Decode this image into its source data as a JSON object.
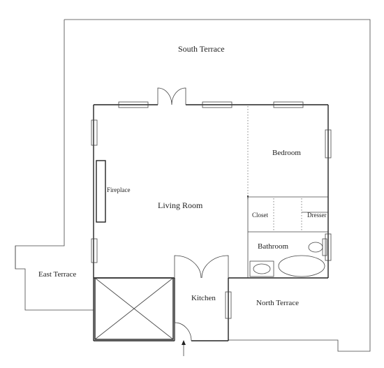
{
  "plan": {
    "rooms": {
      "south_terrace": "South Terrace",
      "bedroom": "Bedroom",
      "fireplace": "Fireplace",
      "living_room": "Living Room",
      "closet": "Closet",
      "dresser": "Dresser",
      "bathroom": "Bathroom",
      "east_terrace": "East Terrace",
      "kitchen": "Kitchen",
      "north_terrace": "North Terrace"
    }
  }
}
